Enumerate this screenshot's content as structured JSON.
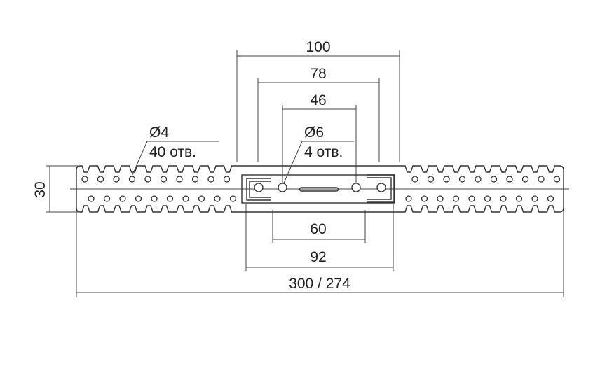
{
  "drawing": {
    "dimensions": {
      "overall_length": "300 / 274",
      "height": "30",
      "span_100": "100",
      "span_78": "78",
      "span_46": "46",
      "span_60": "60",
      "span_92": "92"
    },
    "notes": {
      "small_holes_dia": "Ø4",
      "small_holes_count": "40 отв.",
      "large_holes_dia": "Ø6",
      "large_holes_count": "4 отв."
    }
  }
}
